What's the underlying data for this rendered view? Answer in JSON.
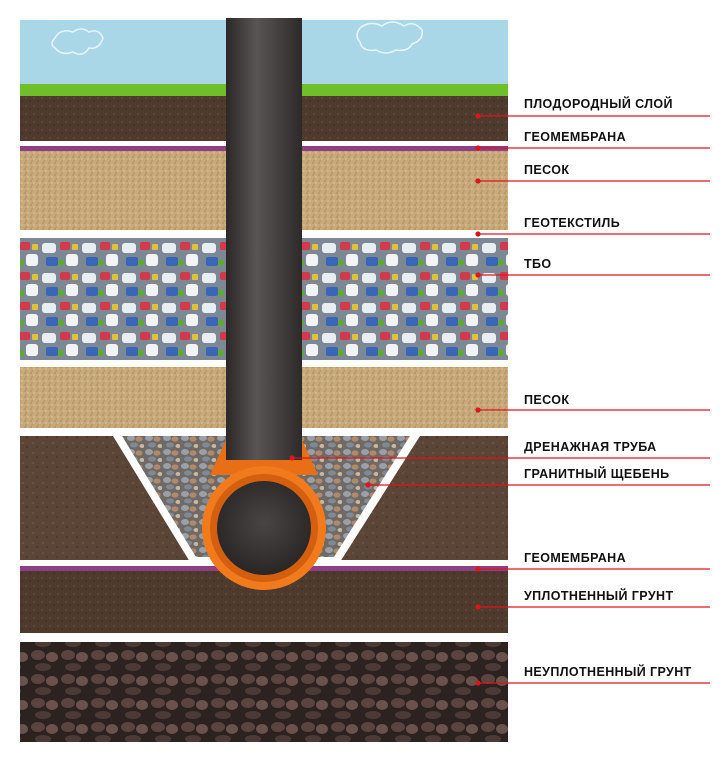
{
  "layers": [
    {
      "id": "fertile",
      "label": "ПЛОДОРОДНЫЙ СЛОЙ"
    },
    {
      "id": "geomembrane-top",
      "label": "ГЕОМЕМБРАНА"
    },
    {
      "id": "sand-top",
      "label": "ПЕСОК"
    },
    {
      "id": "geotextile",
      "label": "ГЕОТЕКСТИЛЬ"
    },
    {
      "id": "msw",
      "label": "ТБО"
    },
    {
      "id": "sand-bottom",
      "label": "ПЕСОК"
    },
    {
      "id": "drain-pipe",
      "label": "ДРЕНАЖНАЯ ТРУБА"
    },
    {
      "id": "granite-gravel",
      "label": "ГРАНИТНЫЙ ЩЕБЕНЬ"
    },
    {
      "id": "geomembrane-bottom",
      "label": "ГЕОМЕМБРАНА"
    },
    {
      "id": "compacted-soil",
      "label": "УПЛОТНЕННЫЙ ГРУНТ"
    },
    {
      "id": "uncompacted-soil",
      "label": "НЕУПЛОТНЕННЫЙ ГРУНТ"
    }
  ],
  "colors": {
    "sky": "#a9d7e8",
    "grass": "#6fbf2a",
    "topsoil": "#4a3a2e",
    "geomembrane": "#8e3f86",
    "sand": "#c7a97a",
    "waste": "#9ea8b5",
    "drain_soil": "#5b4536",
    "gravel": "#8a8f95",
    "compacted": "#4f3b2e",
    "uncompacted": "#3c2e29",
    "pipe": "#3c3838",
    "orange_pipe": "#f07a1c",
    "leader": "#e0141b"
  }
}
